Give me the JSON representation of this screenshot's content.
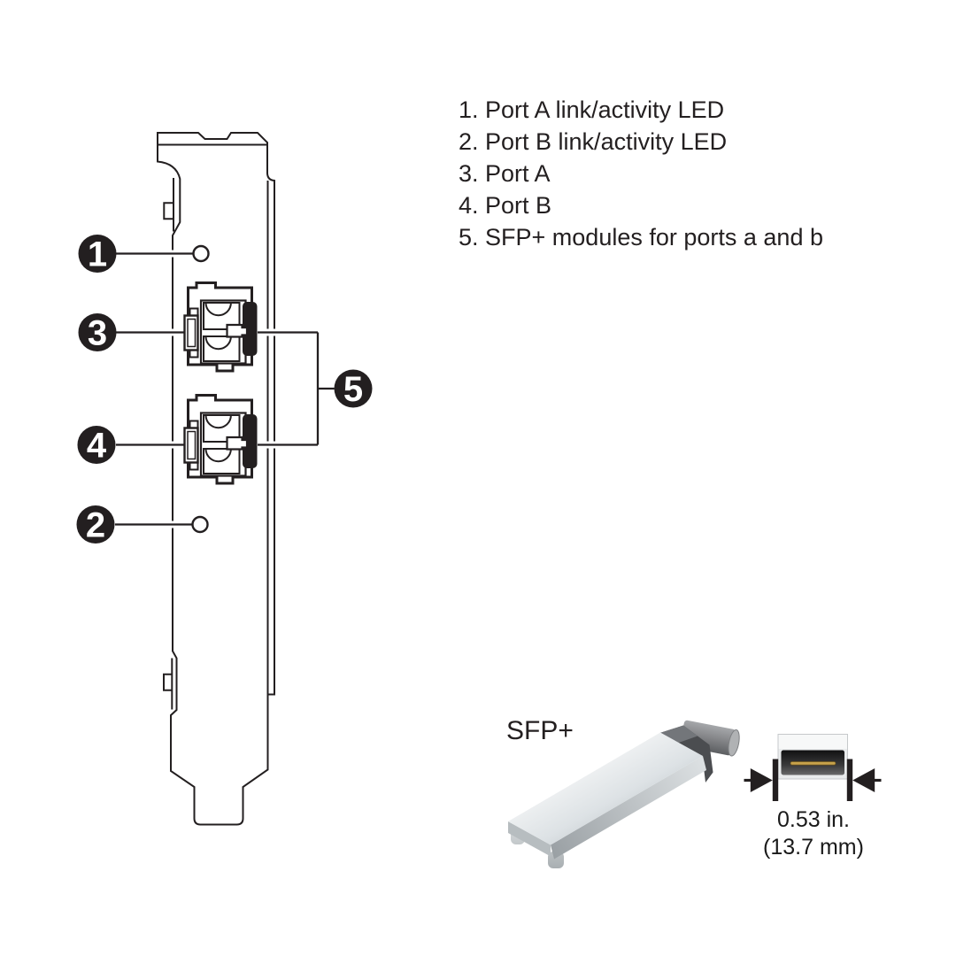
{
  "legend": {
    "items": [
      "1. Port A link/activity LED",
      "2. Port B link/activity LED",
      "3. Port A",
      "4. Port B",
      "5. SFP+ modules for ports a and b"
    ]
  },
  "callouts": {
    "numbers": [
      "1",
      "2",
      "3",
      "4",
      "5"
    ]
  },
  "sfp": {
    "label": "SFP+",
    "dimension_line1": "0.53 in.",
    "dimension_line2": "(13.7 mm)"
  },
  "colors": {
    "line": "#231f20",
    "callout-bg": "#231f20",
    "callout-text": "#ffffff",
    "gold": "#c7a24b"
  }
}
